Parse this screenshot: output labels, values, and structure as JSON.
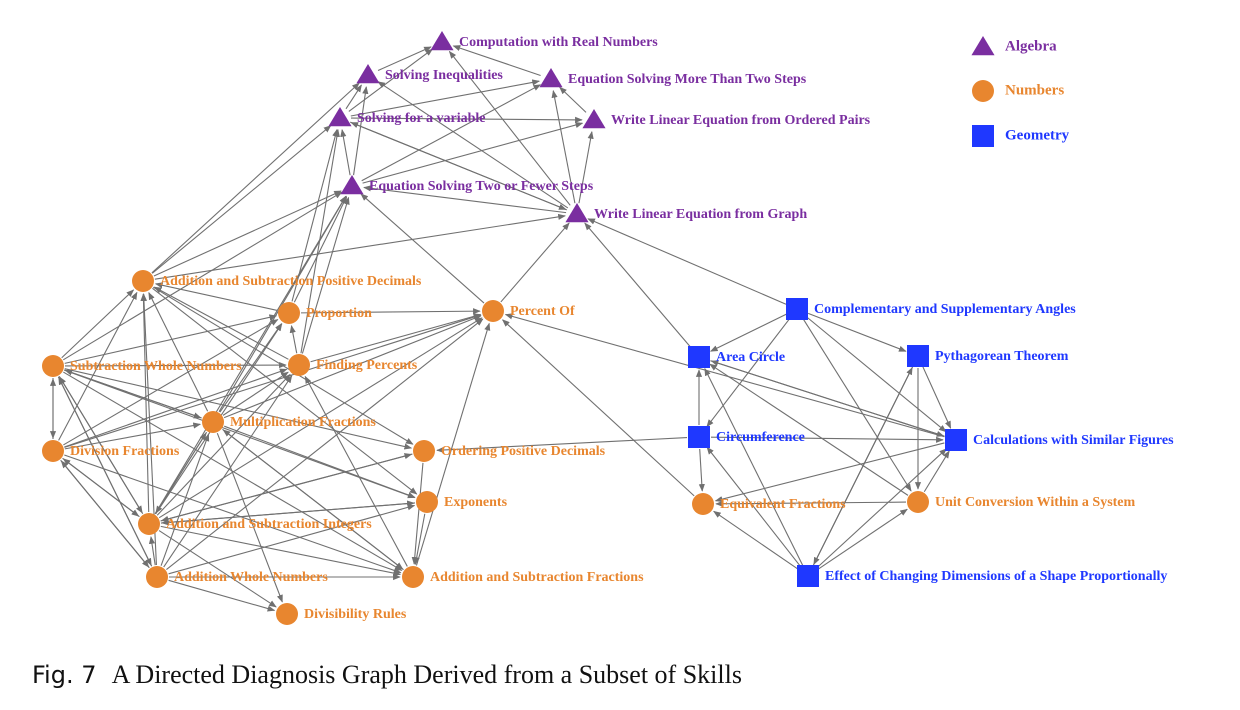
{
  "colors": {
    "algebra": "#7a2ea0",
    "numbers": "#e8862f",
    "geometry": "#1f38ff",
    "edge": "#707070"
  },
  "legend": [
    {
      "category": "algebra",
      "shape": "triangle",
      "label": "Algebra"
    },
    {
      "category": "numbers",
      "shape": "circle",
      "label": "Numbers"
    },
    {
      "category": "geometry",
      "shape": "square",
      "label": "Geometry"
    }
  ],
  "nodes": [
    {
      "id": "crn",
      "label": "Computation with Real Numbers",
      "category": "algebra"
    },
    {
      "id": "si",
      "label": "Solving Inequalities",
      "category": "algebra"
    },
    {
      "id": "esm",
      "label": "Equation Solving More Than Two Steps",
      "category": "algebra"
    },
    {
      "id": "sfv",
      "label": "Solving for a variable",
      "category": "algebra"
    },
    {
      "id": "wlop",
      "label": "Write Linear Equation from Ordered Pairs",
      "category": "algebra"
    },
    {
      "id": "est",
      "label": "Equation Solving Two or Fewer Steps",
      "category": "algebra"
    },
    {
      "id": "wlg",
      "label": "Write Linear Equation from Graph",
      "category": "algebra"
    },
    {
      "id": "aspd",
      "label": "Addition and Subtraction Positive Decimals",
      "category": "numbers"
    },
    {
      "id": "prop",
      "label": "Proportion",
      "category": "numbers"
    },
    {
      "id": "pct",
      "label": "Percent Of",
      "category": "numbers"
    },
    {
      "id": "swn",
      "label": "Subtraction Whole Numbers",
      "category": "numbers"
    },
    {
      "id": "fp",
      "label": "Finding Percents",
      "category": "numbers"
    },
    {
      "id": "mf",
      "label": "Multiplication Fractions",
      "category": "numbers"
    },
    {
      "id": "df",
      "label": "Division Fractions",
      "category": "numbers"
    },
    {
      "id": "opd",
      "label": "Ordering Positive Decimals",
      "category": "numbers"
    },
    {
      "id": "exp",
      "label": "Exponents",
      "category": "numbers"
    },
    {
      "id": "asi",
      "label": "Addition and Subtraction Integers",
      "category": "numbers"
    },
    {
      "id": "awn",
      "label": "Addition Whole Numbers",
      "category": "numbers"
    },
    {
      "id": "asf",
      "label": "Addition and Subtraction Fractions",
      "category": "numbers"
    },
    {
      "id": "dr",
      "label": "Divisibility Rules",
      "category": "numbers"
    },
    {
      "id": "csa",
      "label": "Complementary and Supplementary Angles",
      "category": "geometry"
    },
    {
      "id": "ac",
      "label": "Area Circle",
      "category": "geometry"
    },
    {
      "id": "pt",
      "label": "Pythagorean Theorem",
      "category": "geometry"
    },
    {
      "id": "circ",
      "label": "Circumference",
      "category": "geometry"
    },
    {
      "id": "csf",
      "label": "Calculations with Similar Figures",
      "category": "geometry"
    },
    {
      "id": "ef",
      "label": "Equivalent Fractions",
      "category": "numbers"
    },
    {
      "id": "uc",
      "label": "Unit Conversion Within a System",
      "category": "numbers"
    },
    {
      "id": "ecd",
      "label": "Effect of Changing Dimensions of a Shape Proportionally",
      "category": "geometry"
    }
  ],
  "edges": [
    [
      "si",
      "crn"
    ],
    [
      "esm",
      "crn"
    ],
    [
      "sfv",
      "crn"
    ],
    [
      "wlg",
      "crn"
    ],
    [
      "sfv",
      "si"
    ],
    [
      "est",
      "si"
    ],
    [
      "wlg",
      "si"
    ],
    [
      "aspd",
      "si"
    ],
    [
      "wlop",
      "esm"
    ],
    [
      "est",
      "esm"
    ],
    [
      "wlg",
      "esm"
    ],
    [
      "sfv",
      "esm"
    ],
    [
      "est",
      "sfv"
    ],
    [
      "aspd",
      "sfv"
    ],
    [
      "fp",
      "sfv"
    ],
    [
      "prop",
      "sfv"
    ],
    [
      "wlg",
      "sfv"
    ],
    [
      "wlg",
      "wlop"
    ],
    [
      "est",
      "wlop"
    ],
    [
      "sfv",
      "wlop"
    ],
    [
      "wlg",
      "est"
    ],
    [
      "fp",
      "est"
    ],
    [
      "prop",
      "est"
    ],
    [
      "aspd",
      "est"
    ],
    [
      "pct",
      "est"
    ],
    [
      "swn",
      "est"
    ],
    [
      "mf",
      "est"
    ],
    [
      "asi",
      "est"
    ],
    [
      "pct",
      "wlg"
    ],
    [
      "csa",
      "wlg"
    ],
    [
      "ac",
      "wlg"
    ],
    [
      "aspd",
      "wlg"
    ],
    [
      "sfv",
      "wlg"
    ],
    [
      "prop",
      "aspd"
    ],
    [
      "swn",
      "aspd"
    ],
    [
      "fp",
      "aspd"
    ],
    [
      "mf",
      "aspd"
    ],
    [
      "df",
      "aspd"
    ],
    [
      "asi",
      "aspd"
    ],
    [
      "awn",
      "aspd"
    ],
    [
      "fp",
      "prop"
    ],
    [
      "mf",
      "prop"
    ],
    [
      "swn",
      "prop"
    ],
    [
      "asi",
      "prop"
    ],
    [
      "df",
      "prop"
    ],
    [
      "prop",
      "pct"
    ],
    [
      "fp",
      "pct"
    ],
    [
      "mf",
      "pct"
    ],
    [
      "asi",
      "pct"
    ],
    [
      "awn",
      "pct"
    ],
    [
      "ef",
      "pct"
    ],
    [
      "csf",
      "pct"
    ],
    [
      "asf",
      "pct"
    ],
    [
      "df",
      "pct"
    ],
    [
      "mf",
      "swn"
    ],
    [
      "df",
      "swn"
    ],
    [
      "asi",
      "swn"
    ],
    [
      "awn",
      "swn"
    ],
    [
      "mf",
      "fp"
    ],
    [
      "swn",
      "fp"
    ],
    [
      "df",
      "fp"
    ],
    [
      "asi",
      "fp"
    ],
    [
      "awn",
      "fp"
    ],
    [
      "asf",
      "fp"
    ],
    [
      "df",
      "mf"
    ],
    [
      "asi",
      "mf"
    ],
    [
      "awn",
      "mf"
    ],
    [
      "asf",
      "mf"
    ],
    [
      "swn",
      "mf"
    ],
    [
      "swn",
      "df"
    ],
    [
      "asi",
      "df"
    ],
    [
      "awn",
      "df"
    ],
    [
      "circ",
      "opd"
    ],
    [
      "aspd",
      "opd"
    ],
    [
      "swn",
      "opd"
    ],
    [
      "asi",
      "opd"
    ],
    [
      "swn",
      "exp"
    ],
    [
      "mf",
      "exp"
    ],
    [
      "awn",
      "exp"
    ],
    [
      "asi",
      "exp"
    ],
    [
      "aspd",
      "exp"
    ],
    [
      "df",
      "asi"
    ],
    [
      "awn",
      "asi"
    ],
    [
      "opd",
      "asi"
    ],
    [
      "exp",
      "asi"
    ],
    [
      "swn",
      "asi"
    ],
    [
      "mf",
      "asi"
    ],
    [
      "df",
      "awn"
    ],
    [
      "swn",
      "awn"
    ],
    [
      "awn",
      "asf"
    ],
    [
      "asi",
      "asf"
    ],
    [
      "mf",
      "asf"
    ],
    [
      "df",
      "asf"
    ],
    [
      "exp",
      "asf"
    ],
    [
      "swn",
      "asf"
    ],
    [
      "opd",
      "asf"
    ],
    [
      "awn",
      "dr"
    ],
    [
      "asi",
      "dr"
    ],
    [
      "mf",
      "dr"
    ],
    [
      "csa",
      "ac"
    ],
    [
      "csa",
      "pt"
    ],
    [
      "csa",
      "csf"
    ],
    [
      "csa",
      "uc"
    ],
    [
      "csa",
      "circ"
    ],
    [
      "circ",
      "ac"
    ],
    [
      "csf",
      "ac"
    ],
    [
      "uc",
      "ac"
    ],
    [
      "circ",
      "csf"
    ],
    [
      "pt",
      "csf"
    ],
    [
      "ecd",
      "csf"
    ],
    [
      "uc",
      "csf"
    ],
    [
      "ac",
      "csf"
    ],
    [
      "circ",
      "ef"
    ],
    [
      "csf",
      "ef"
    ],
    [
      "uc",
      "ef"
    ],
    [
      "ecd",
      "ef"
    ],
    [
      "pt",
      "uc"
    ],
    [
      "ecd",
      "uc"
    ],
    [
      "ecd",
      "circ"
    ],
    [
      "ecd",
      "pt"
    ],
    [
      "ecd",
      "ac"
    ],
    [
      "pt",
      "ecd"
    ]
  ],
  "caption": {
    "label": "Fig. 7",
    "text": "A Directed Diagnosis Graph Derived from a Subset of Skills"
  }
}
